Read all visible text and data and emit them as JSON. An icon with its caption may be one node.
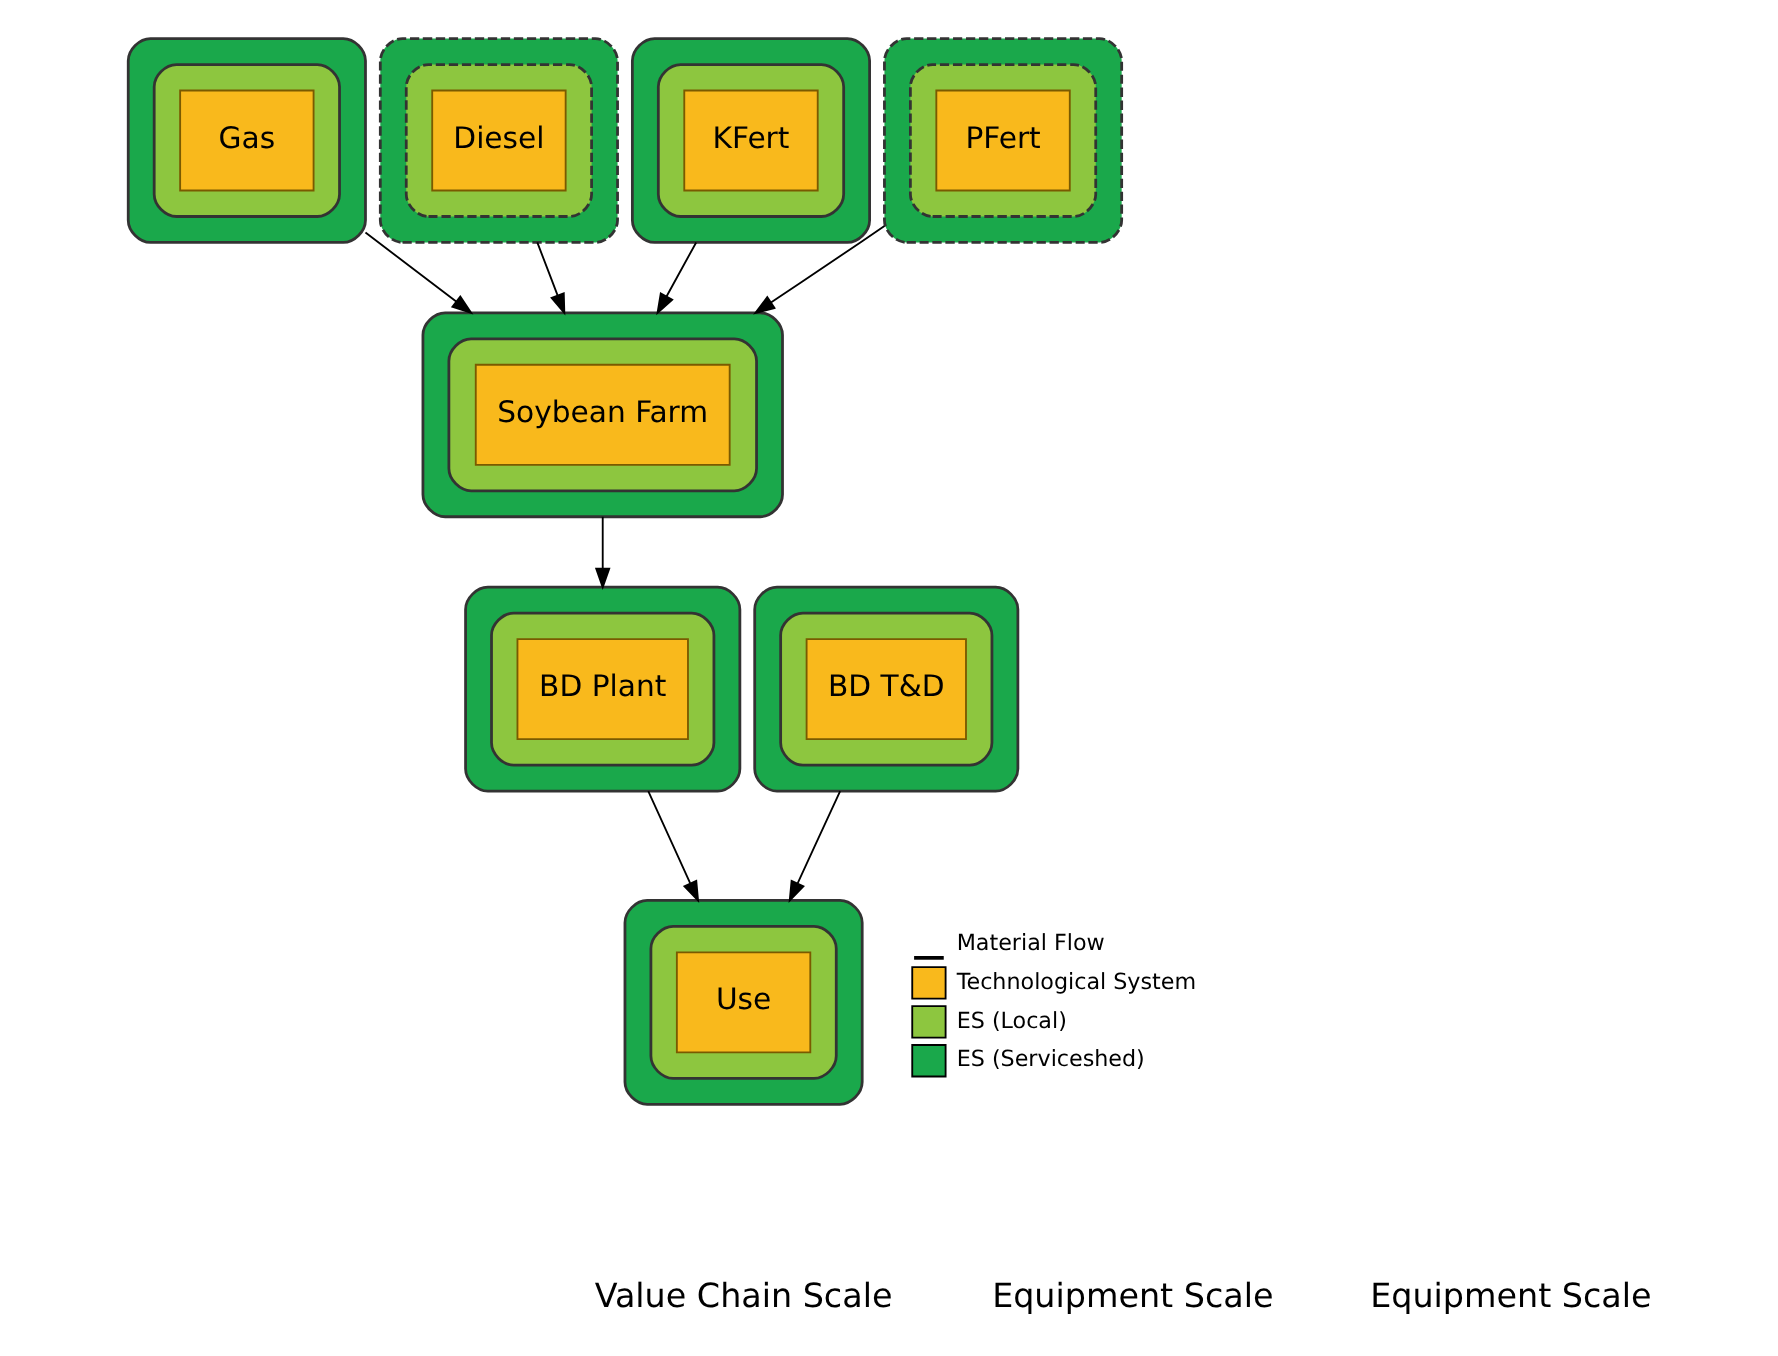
{
  "diagram": {
    "nodes": [
      {
        "text": [],
        "shape": "ellipse"
      },
      {
        "text": [],
        "shape": "ellipse",
        "in": 0
      },
      {
        "text": [
          "Gas"
        ],
        "in": 1
      },
      {
        "text": [],
        "shape": "ellipse"
      },
      {
        "text": [],
        "shape": "ellipse",
        "in": 3
      },
      {
        "text": [
          "Soybean Farm"
        ],
        "in": 4
      },
      {
        "text": [],
        "shape": "ellipse"
      },
      {
        "text": [],
        "shape": "ellipse",
        "in": 6
      },
      {
        "text": [
          "Diesel"
        ],
        "in": 7
      },
      {
        "text": [],
        "shape": "ellipse"
      },
      {
        "text": [],
        "shape": "ellipse",
        "in": 9
      },
      {
        "text": [
          "KFert"
        ],
        "in": 10
      },
      {
        "text": [],
        "shape": "ellipse"
      },
      {
        "text": [],
        "shape": "ellipse",
        "in": 12
      },
      {
        "text": [
          "BD Plant"
        ],
        "in": 13
      },
      {
        "text": [],
        "shape": "ellipse"
      },
      {
        "text": [],
        "shape": "ellipse",
        "in": 15
      },
      {
        "text": [
          "PFert"
        ],
        "in": 16
      },
      {
        "text": [],
        "shape": "ellipse"
      },
      {
        "text": [],
        "shape": "ellipse",
        "in": 18
      },
      {
        "text": [
          "BD T&D"
        ],
        "in": 19
      },
      {
        "text": [],
        "shape": "ellipse"
      },
      {
        "text": [],
        "shape": "ellipse",
        "in": 21
      },
      {
        "text": [
          "Use"
        ],
        "in": 22
      }
    ],
    "edges": [
      {
        "from": 0,
        "to": 3,
        "arrow": "to"
      },
      {
        "from": 6,
        "to": 3,
        "arrow": "to"
      },
      {
        "from": 9,
        "to": 3,
        "arrow": "to"
      },
      {
        "from": 15,
        "to": 3,
        "arrow": "to"
      },
      {
        "from": 3,
        "to": 12,
        "arrow": "to"
      },
      {
        "from": 12,
        "to": 21,
        "arrow": "to"
      },
      {
        "from": 18,
        "to": 21,
        "arrow": "to"
      }
    ],
    "labels": [
      "Value Chain Scale",
      "Equipment Scale",
      "Equipment Scale"
    ],
    "legend": [
      {
        "text": "Material Flow"
      },
      {
        "text": "Technological System",
        "color": "#f9b91c"
      },
      {
        "text": "ES (Local)",
        "color": "#8dc63f"
      },
      {
        "text": "ES (Serviceshed)",
        "color": "#1aa84b"
      }
    ]
  }
}
